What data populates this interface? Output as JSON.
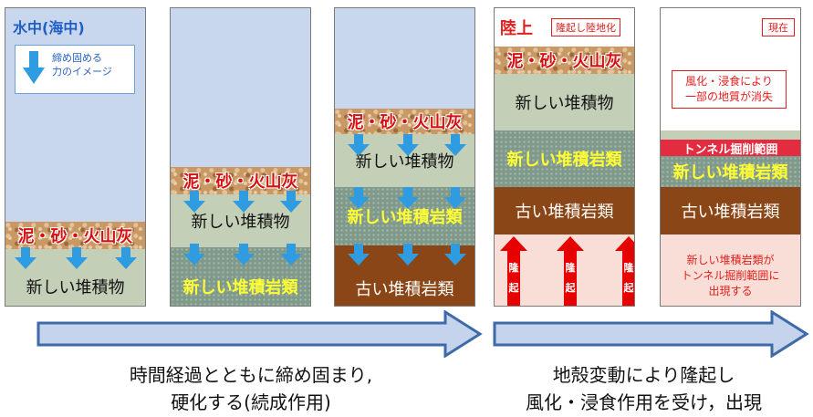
{
  "panel1": {
    "sea_label": "水中(海中)",
    "legend_text": [
      "締め固める",
      "力のイメージ"
    ],
    "mud_label": "泥・砂・火山灰",
    "fresh_label": "新しい堆積物"
  },
  "panel2": {
    "mud_label": "泥・砂・火山灰",
    "fresh_label": "新しい堆積物",
    "new_rock_label": "新しい堆積岩類"
  },
  "panel3": {
    "mud_label": "泥・砂・火山灰",
    "fresh_label": "新しい堆積物",
    "new_rock_label": "新しい堆積岩類",
    "old_rock_label": "古い堆積岩類"
  },
  "panel4": {
    "land_label": "陸上",
    "uplift_label": "隆起し陸地化",
    "mud_label": "泥・砂・火山灰",
    "fresh_label": "新しい堆積物",
    "new_rock_label": "新しい堆積岩類",
    "old_rock_label": "古い堆積岩類",
    "uplift_arrow_chars": [
      "隆",
      "起"
    ]
  },
  "panel5": {
    "now_label": "現在",
    "weather_text": [
      "風化・浸食により",
      "一部の地質が消失"
    ],
    "tunnel_label": "トンネル掘削範囲",
    "new_rock_label": "新しい堆積岩類",
    "old_rock_label": "古い堆積岩類",
    "appear_text": [
      "新しい堆積岩類が",
      "トンネル掘削範囲に",
      "出現する"
    ]
  },
  "captions": {
    "left": [
      "時間経過とともに締め固まり,",
      "硬化する(続成作用)"
    ],
    "right": [
      "地殻変動により隆起し",
      "風化・浸食作用を受け，出現"
    ]
  },
  "colors": {
    "water": "#c9d7ee",
    "mud_text": "#d51010",
    "new_rock_text": "#ffff33",
    "old_rock": "#8a4616",
    "arrow_blue": "#2f9be0",
    "arrow_red": "#e60000",
    "big_arrow_fill": "#c5d4ec",
    "big_arrow_stroke": "#3e6aa8"
  }
}
